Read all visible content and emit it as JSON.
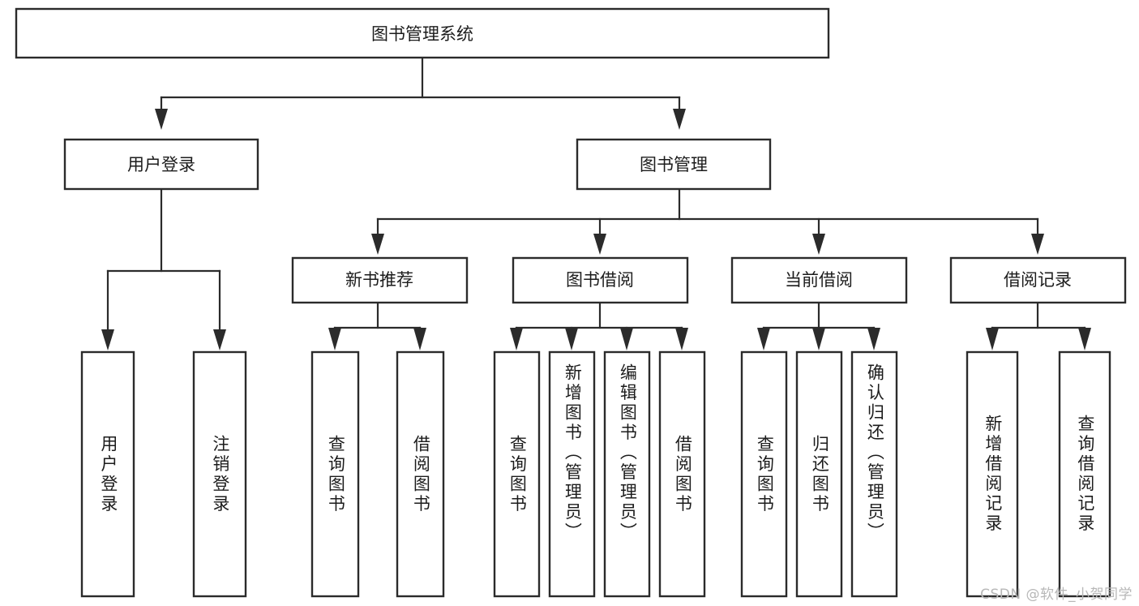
{
  "diagram": {
    "type": "tree",
    "title": "图书管理系统",
    "root": {
      "id": "root",
      "label": "图书管理系统",
      "orientation": "horizontal"
    },
    "level2": [
      {
        "id": "user-login",
        "label": "用户登录",
        "orientation": "horizontal"
      },
      {
        "id": "book-manage",
        "label": "图书管理",
        "orientation": "horizontal"
      }
    ],
    "level3": [
      {
        "id": "new-book-recommend",
        "label": "新书推荐",
        "orientation": "horizontal",
        "parent": "book-manage"
      },
      {
        "id": "book-borrow",
        "label": "图书借阅",
        "orientation": "horizontal",
        "parent": "book-manage"
      },
      {
        "id": "current-borrow",
        "label": "当前借阅",
        "orientation": "horizontal",
        "parent": "book-manage"
      },
      {
        "id": "borrow-record",
        "label": "借阅记录",
        "orientation": "horizontal",
        "parent": "book-manage"
      }
    ],
    "leaves": [
      {
        "id": "leaf-user-login",
        "label": "用户登录",
        "orientation": "vertical",
        "parent": "user-login"
      },
      {
        "id": "leaf-user-logout",
        "label": "注销登录",
        "orientation": "vertical",
        "parent": "user-login"
      },
      {
        "id": "leaf-query-book-1",
        "label": "查询图书",
        "orientation": "vertical",
        "parent": "new-book-recommend"
      },
      {
        "id": "leaf-borrow-book-1",
        "label": "借阅图书",
        "orientation": "vertical",
        "parent": "new-book-recommend"
      },
      {
        "id": "leaf-query-book-2",
        "label": "查询图书",
        "orientation": "vertical",
        "parent": "book-borrow"
      },
      {
        "id": "leaf-add-book",
        "label": "新增图书（管理员）",
        "orientation": "vertical",
        "parent": "book-borrow"
      },
      {
        "id": "leaf-edit-book",
        "label": "编辑图书（管理员）",
        "orientation": "vertical",
        "parent": "book-borrow"
      },
      {
        "id": "leaf-borrow-book-2",
        "label": "借阅图书",
        "orientation": "vertical",
        "parent": "book-borrow"
      },
      {
        "id": "leaf-query-book-3",
        "label": "查询图书",
        "orientation": "vertical",
        "parent": "current-borrow"
      },
      {
        "id": "leaf-return-book",
        "label": "归还图书",
        "orientation": "vertical",
        "parent": "current-borrow"
      },
      {
        "id": "leaf-confirm-return",
        "label": "确认归还（管理员）",
        "orientation": "vertical",
        "parent": "current-borrow"
      },
      {
        "id": "leaf-add-record",
        "label": "新增借阅记录",
        "orientation": "vertical",
        "parent": "borrow-record"
      },
      {
        "id": "leaf-query-record",
        "label": "查询借阅记录",
        "orientation": "vertical",
        "parent": "borrow-record"
      }
    ],
    "colors": {
      "box_stroke": "#2b2b2b",
      "box_fill": "#ffffff",
      "connector": "#2b2b2b",
      "text": "#1c1c1c",
      "watermark": "#b7b7b7",
      "background": "#ffffff"
    }
  },
  "watermark": {
    "text": "CSDN @软件_小贺同学"
  }
}
